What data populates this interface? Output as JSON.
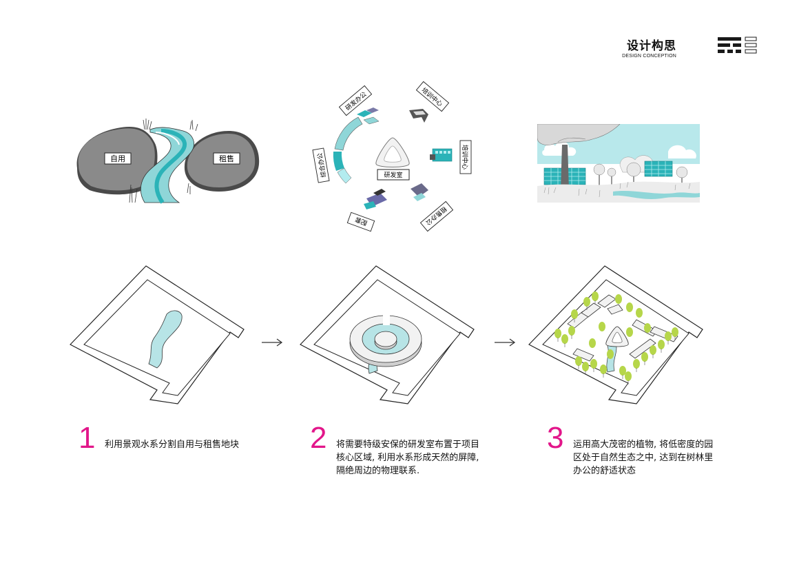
{
  "header": {
    "title": "设计构思",
    "subtitle": "DESIGN CONCEPTION"
  },
  "panel_rocks": {
    "left_label": "自用",
    "right_label": "租售"
  },
  "panel_radial": {
    "center_label": "研发室",
    "labels": [
      "研发办公",
      "培训中心",
      "培训中心",
      "租售办公",
      "配套",
      "综合办公"
    ]
  },
  "steps": [
    {
      "number": "1",
      "text": "利用景观水系分割自用与租售地块"
    },
    {
      "number": "2",
      "text": "将需要特级安保的研发室布置于项目核心区域, 利用水系形成天然的屏障, 隔绝周边的物理联系."
    },
    {
      "number": "3",
      "text": "运用高大茂密的植物, 将低密度的园区处于自然生态之中, 达到在树林里办公的舒适状态"
    }
  ],
  "colors": {
    "accent": "#e2168a",
    "water": "#8fd6d8",
    "water_dark": "#2bb3b8",
    "rock": "#8a8a8a",
    "tree": "#b6d64a"
  },
  "icons": [
    "arrow-right-icon",
    "menu-bars-icon"
  ]
}
